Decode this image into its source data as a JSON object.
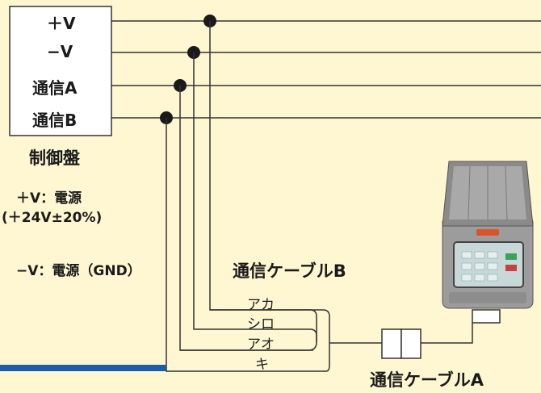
{
  "control_panel": {
    "label": "制御盤",
    "terminals": [
      "＋V",
      "−V",
      "通信A",
      "通信B"
    ]
  },
  "legend": {
    "plus_v": "＋V：電源",
    "plus_v_range": "(＋24V±20%)",
    "minus_v": "−V：電源（GND）"
  },
  "cable_b": {
    "title": "通信ケーブルB",
    "wires": [
      "アカ",
      "シロ",
      "アオ",
      "キ"
    ]
  },
  "cable_a": {
    "title": "通信ケーブルA"
  },
  "colors": {
    "background": "#fff7d2",
    "line": "#333333",
    "accent_bar": "#1f5ca8"
  },
  "device": {
    "icon": "control-terminal-device-icon"
  }
}
